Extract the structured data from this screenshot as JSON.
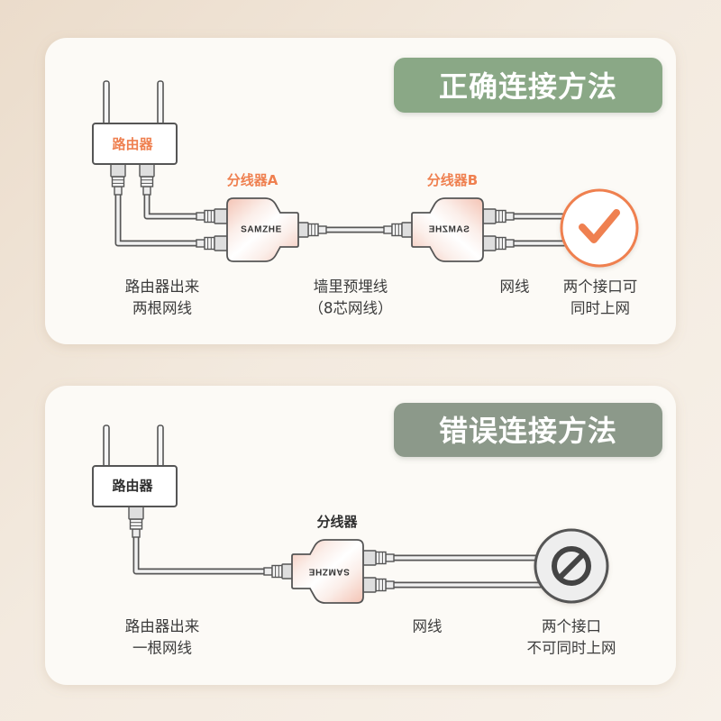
{
  "correct": {
    "title": "正确连接方法",
    "router_label": "路由器",
    "splitter_a_label": "分线器A",
    "splitter_b_label": "分线器B",
    "splitter_brand": "SAMZHE",
    "captions": {
      "router_output": [
        "路由器出来",
        "两根网线"
      ],
      "in_wall_cable": [
        "墙里预埋线",
        "（8芯网线）"
      ],
      "cable": [
        "网线"
      ],
      "result": [
        "两个接口可",
        "同时上网"
      ]
    },
    "result_icon": "checkmark-icon"
  },
  "wrong": {
    "title": "错误连接方法",
    "router_label": "路由器",
    "splitter_label": "分线器",
    "splitter_brand": "SAMZHE",
    "captions": {
      "router_output": [
        "路由器出来",
        "一根网线"
      ],
      "cable": [
        "网线"
      ],
      "result": [
        "两个接口",
        "不可同时上网"
      ]
    },
    "result_icon": "prohibited-icon"
  },
  "colors": {
    "accent": "#ef8050",
    "correct_badge": "#8aa886",
    "wrong_badge": "#8c998a"
  }
}
